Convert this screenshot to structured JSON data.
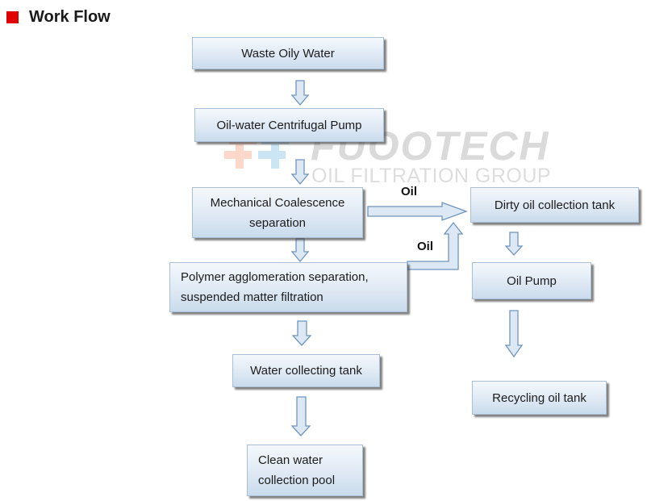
{
  "header": {
    "title": "Work Flow"
  },
  "watermark": {
    "brand": "FUOOTECH",
    "subtitle": "OIL FILTRATION GROUP",
    "colors": {
      "red": "#f7a98a",
      "blue": "#8fc7ea"
    }
  },
  "nodes": {
    "waste": "Waste Oily Water",
    "pump": "Oil-water Centrifugal Pump",
    "mech": "Mechanical Coalescence\nseparation",
    "polymer": "Polymer agglomeration separation,\nsuspended matter filtration",
    "watertank": "Water collecting tank",
    "clean": "Clean water\ncollection pool",
    "dirty": "Dirty oil collection tank",
    "oilpump": "Oil Pump",
    "recycle": "Recycling oil tank"
  },
  "edges": {
    "oil1": "Oil",
    "oil2": "Oil"
  },
  "colors": {
    "accent": "#e00000",
    "arrow_fill": "#dce8f4",
    "arrow_stroke": "#6f94bf"
  }
}
